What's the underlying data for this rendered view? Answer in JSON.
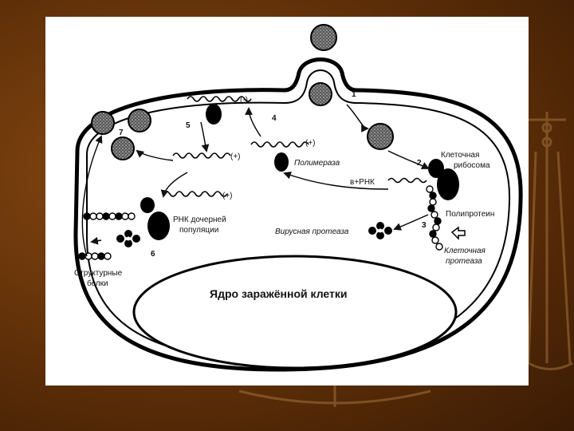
{
  "diagram": {
    "nucleus_label": "Ядро заражённой клетки",
    "labels": {
      "minus_strand": "(-)",
      "plus_strand_top": "(+)",
      "plus_strand_left": "(+)",
      "plus_strand_daughter": "(+)",
      "polymerase": "Полимераза",
      "mrna": "в+РНК",
      "ribosome_line1": "Клеточная",
      "ribosome_line2": "рибосома",
      "polyprotein": "Полипротеин",
      "viral_protease": "Вирусная протеаза",
      "cell_protease_line1": "Клеточная",
      "cell_protease_line2": "протеаза",
      "daughter_rna_line1": "РНК дочерней",
      "daughter_rna_line2": "популяции",
      "structural_line1": "Структурные",
      "structural_line2": "белки"
    },
    "steps": [
      "1",
      "2",
      "3",
      "4",
      "5",
      "6",
      "7"
    ]
  }
}
